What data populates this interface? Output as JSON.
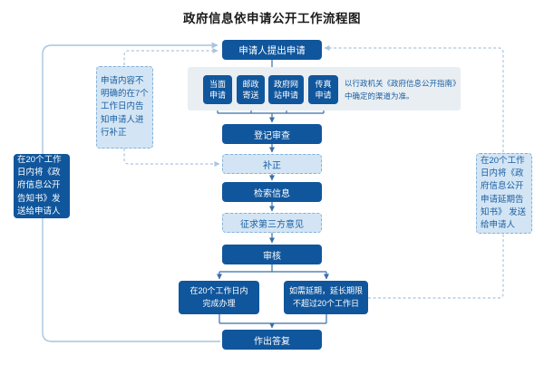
{
  "title": "政府信息依申请公开工作流程图",
  "colors": {
    "node_dark_blue": "#10569c",
    "node_light_fill": "#d3e5f4",
    "node_dashed_border": "#84b1d9",
    "panel_background": "#e9eef3",
    "connector_dark": "#3a6ea8",
    "connector_light": "#a9c4de",
    "note_text_blue": "#1a5fa2"
  },
  "nodes": {
    "apply": "申请人提出申请",
    "register": "登记审查",
    "correction": "补正",
    "retrieve": "检索信息",
    "third_party": "征求第三方意见",
    "review": "审核",
    "reply": "作出答复"
  },
  "channels": [
    {
      "l1": "当面",
      "l2": "申请"
    },
    {
      "l1": "邮政",
      "l2": "寄送"
    },
    {
      "l1": "政府网",
      "l2": "站申请"
    },
    {
      "l1": "传真",
      "l2": "申请"
    }
  ],
  "branches": {
    "complete": {
      "l1": "在20个工作日内",
      "l2": "完成办理"
    },
    "extend": {
      "l1": "如需延期，延长期限",
      "l2": "不超过20个工作日"
    }
  },
  "notes": {
    "guide": "以行政机关《政府信息公开指南》中确定的渠道为准。",
    "correction_note": "申请内容不明确的在7个工作日内告知申请人进行补正",
    "notice_left": "在20个工作日内将《政府信息公开告知书》发送给申请人",
    "notice_right": "在20个工作日内将《政府信息公开申请延期告知书》 发送给申请人"
  }
}
